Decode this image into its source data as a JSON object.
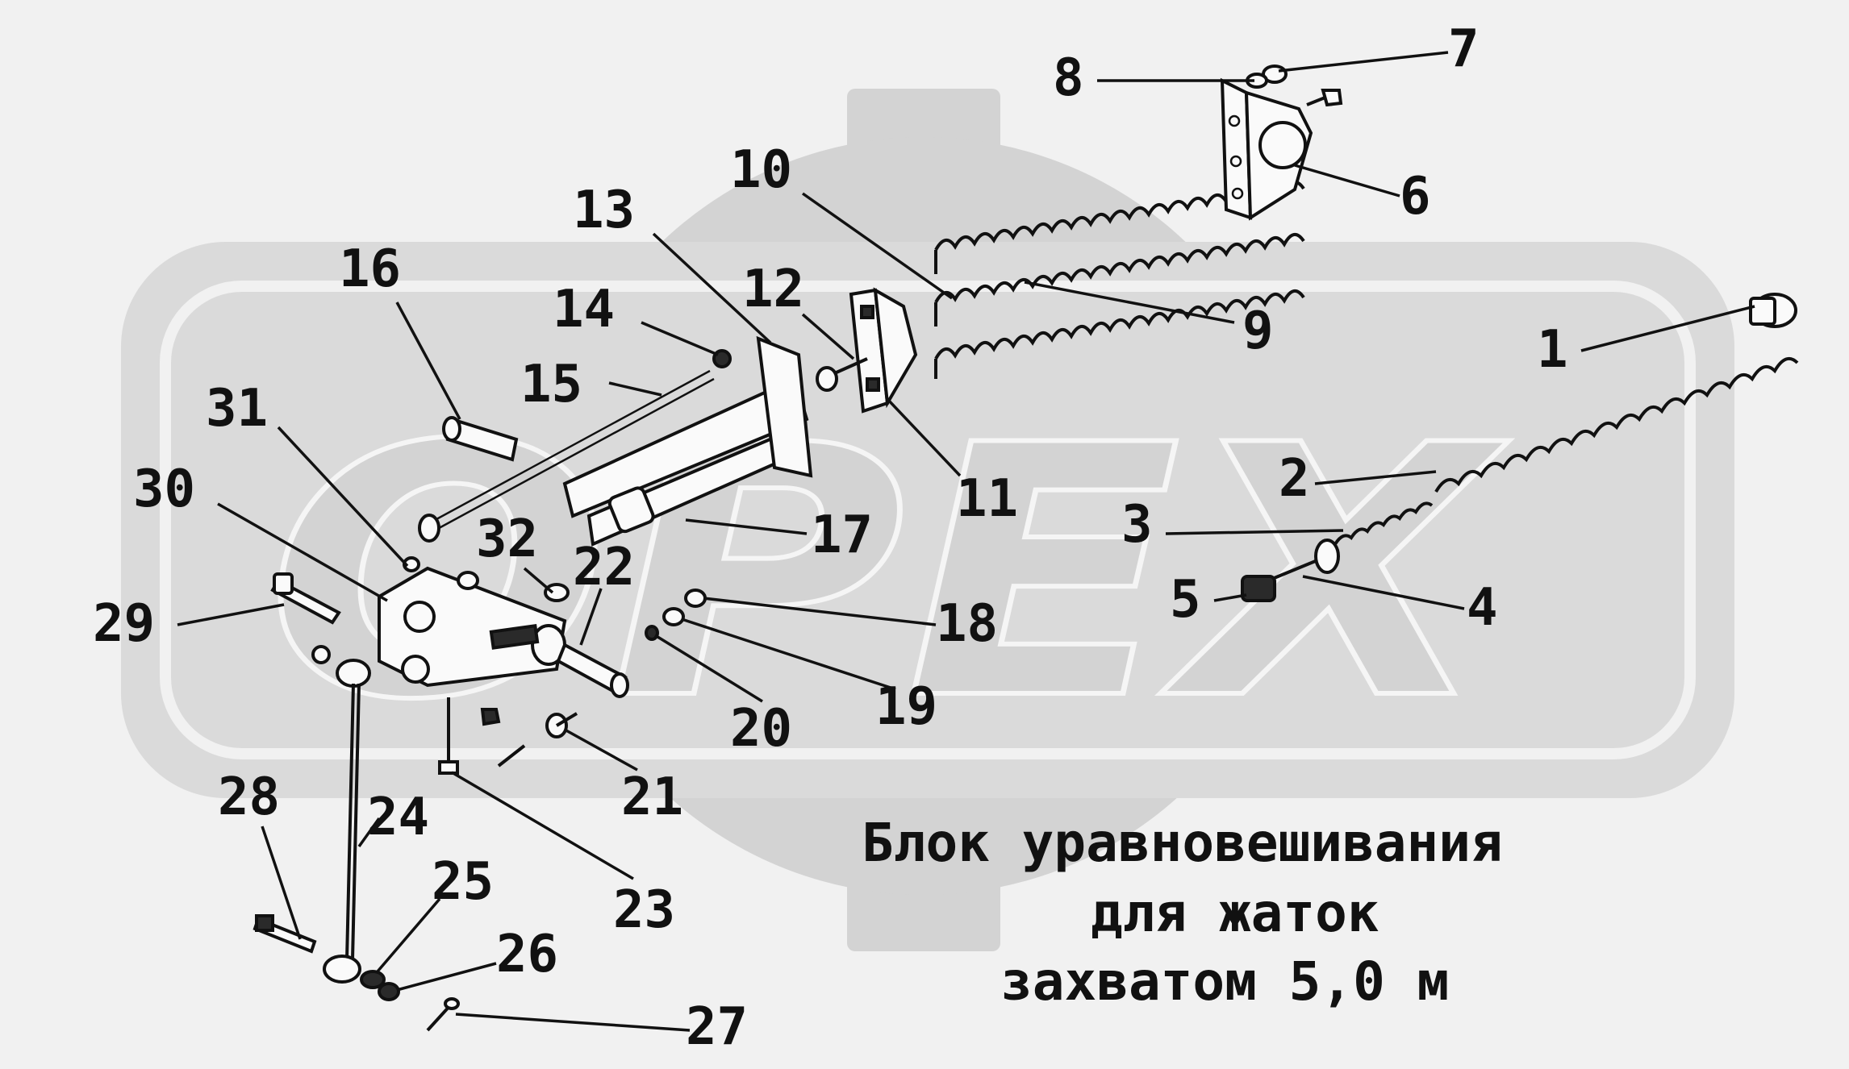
{
  "watermark": {
    "text": "OPEX"
  },
  "caption": {
    "line1": "Блок уравновешивания",
    "line2": "для жаток",
    "line3": "захватом 5,0 м"
  },
  "callouts": {
    "c1": "1",
    "c2": "2",
    "c3": "3",
    "c4": "4",
    "c5": "5",
    "c6": "6",
    "c7": "7",
    "c8": "8",
    "c9": "9",
    "c10": "10",
    "c11": "11",
    "c12": "12",
    "c13": "13",
    "c14": "14",
    "c15": "15",
    "c16": "16",
    "c17": "17",
    "c18": "18",
    "c19": "19",
    "c20": "20",
    "c21": "21",
    "c22": "22",
    "c23": "23",
    "c24": "24",
    "c25": "25",
    "c26": "26",
    "c27": "27",
    "c28": "28",
    "c29": "29",
    "c30": "30",
    "c31": "31",
    "c32": "32"
  }
}
